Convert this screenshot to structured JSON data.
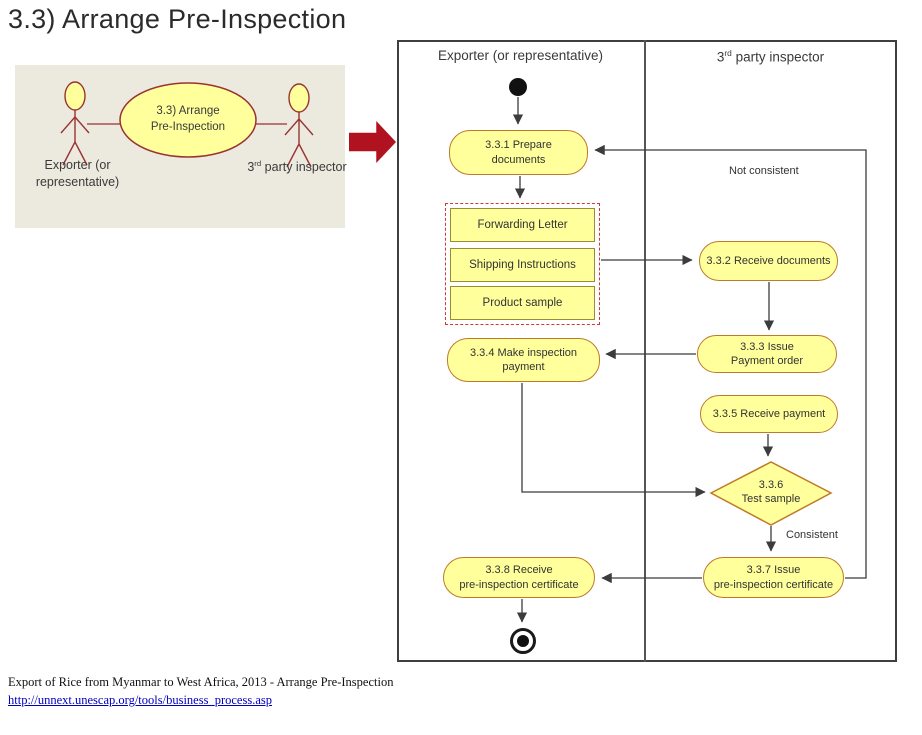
{
  "title": "3.3) Arrange Pre-Inspection",
  "use_case": {
    "name": "3.3) Arrange\nPre-Inspection",
    "exporter_label": "Exporter (or\nrepresentative)",
    "inspector": {
      "num": "3",
      "sup": "rd",
      "rest": " party inspector"
    }
  },
  "activity": {
    "lane_left": "Exporter (or representative)",
    "lane_right": {
      "num": "3",
      "sup": "rd",
      "rest": " party inspector"
    },
    "nodes": {
      "prepare": "3.3.1 Prepare\ndocuments",
      "receive_documents": "3.3.2 Receive documents",
      "issue_payment_order": "3.3.3 Issue\nPayment order",
      "make_payment": "3.3.4 Make inspection\npayment",
      "receive_payment": "3.3.5 Receive payment",
      "test_sample": "3.3.6\nTest sample",
      "issue_certificate": "3.3.7 Issue\npre-inspection certificate",
      "receive_certificate": "3.3.8 Receive\npre-inspection certificate"
    },
    "documents": [
      "Forwarding Letter",
      "Shipping Instructions",
      "Product sample"
    ],
    "edge_labels": {
      "not_consistent": "Not consistent",
      "consistent": "Consistent"
    }
  },
  "footer": {
    "caption": "Export of Rice from Myanmar to West Africa, 2013 - Arrange Pre-Inspection",
    "link": "http://unnext.unescap.org/tools/business_process.asp"
  },
  "colors": {
    "node_fill": "#FFFF9C",
    "node_border": "#BD7B27",
    "document_border": "#9B8B33",
    "group_border": "#CC3B33",
    "usecase_stroke": "#993333",
    "panel_bg": "#ECE9DE",
    "big_arrow_red": "#B0121F",
    "connector_line": "#3C3C3C",
    "link_color": "#0000BF"
  }
}
